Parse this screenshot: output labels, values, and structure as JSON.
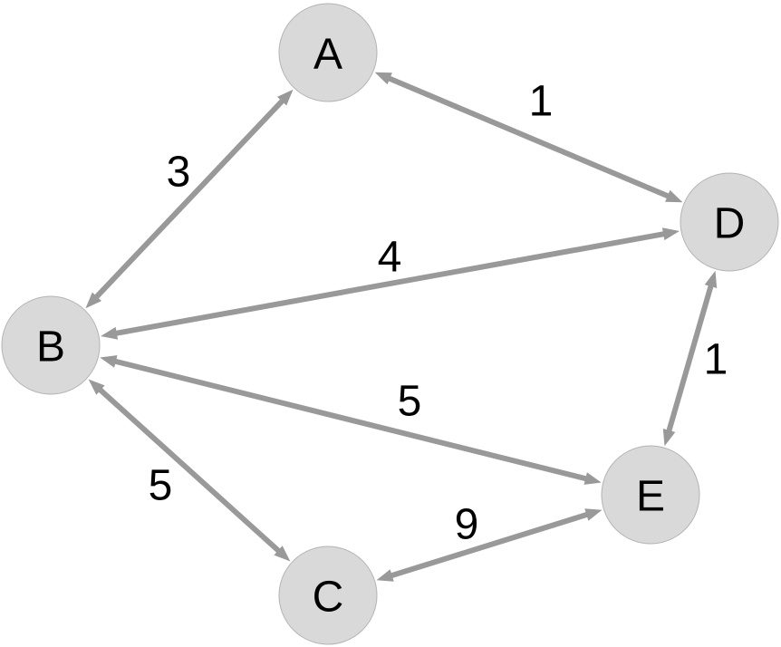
{
  "graph": {
    "colors": {
      "node_fill": "#d9d9d9",
      "node_stroke": "#b3b3b3",
      "edge": "#999999",
      "text": "#000000"
    },
    "nodes": [
      {
        "id": "A",
        "label": "A"
      },
      {
        "id": "B",
        "label": "B"
      },
      {
        "id": "C",
        "label": "C"
      },
      {
        "id": "D",
        "label": "D"
      },
      {
        "id": "E",
        "label": "E"
      }
    ],
    "edges": [
      {
        "from": "A",
        "to": "D",
        "weight": "1",
        "direction": "bidirectional"
      },
      {
        "from": "A",
        "to": "B",
        "weight": "3",
        "direction": "bidirectional"
      },
      {
        "from": "B",
        "to": "D",
        "weight": "4",
        "direction": "bidirectional"
      },
      {
        "from": "B",
        "to": "E",
        "weight": "5",
        "direction": "bidirectional"
      },
      {
        "from": "B",
        "to": "C",
        "weight": "5",
        "direction": "bidirectional"
      },
      {
        "from": "D",
        "to": "E",
        "weight": "1",
        "direction": "bidirectional"
      },
      {
        "from": "C",
        "to": "E",
        "weight": "9",
        "direction": "bidirectional"
      }
    ]
  }
}
